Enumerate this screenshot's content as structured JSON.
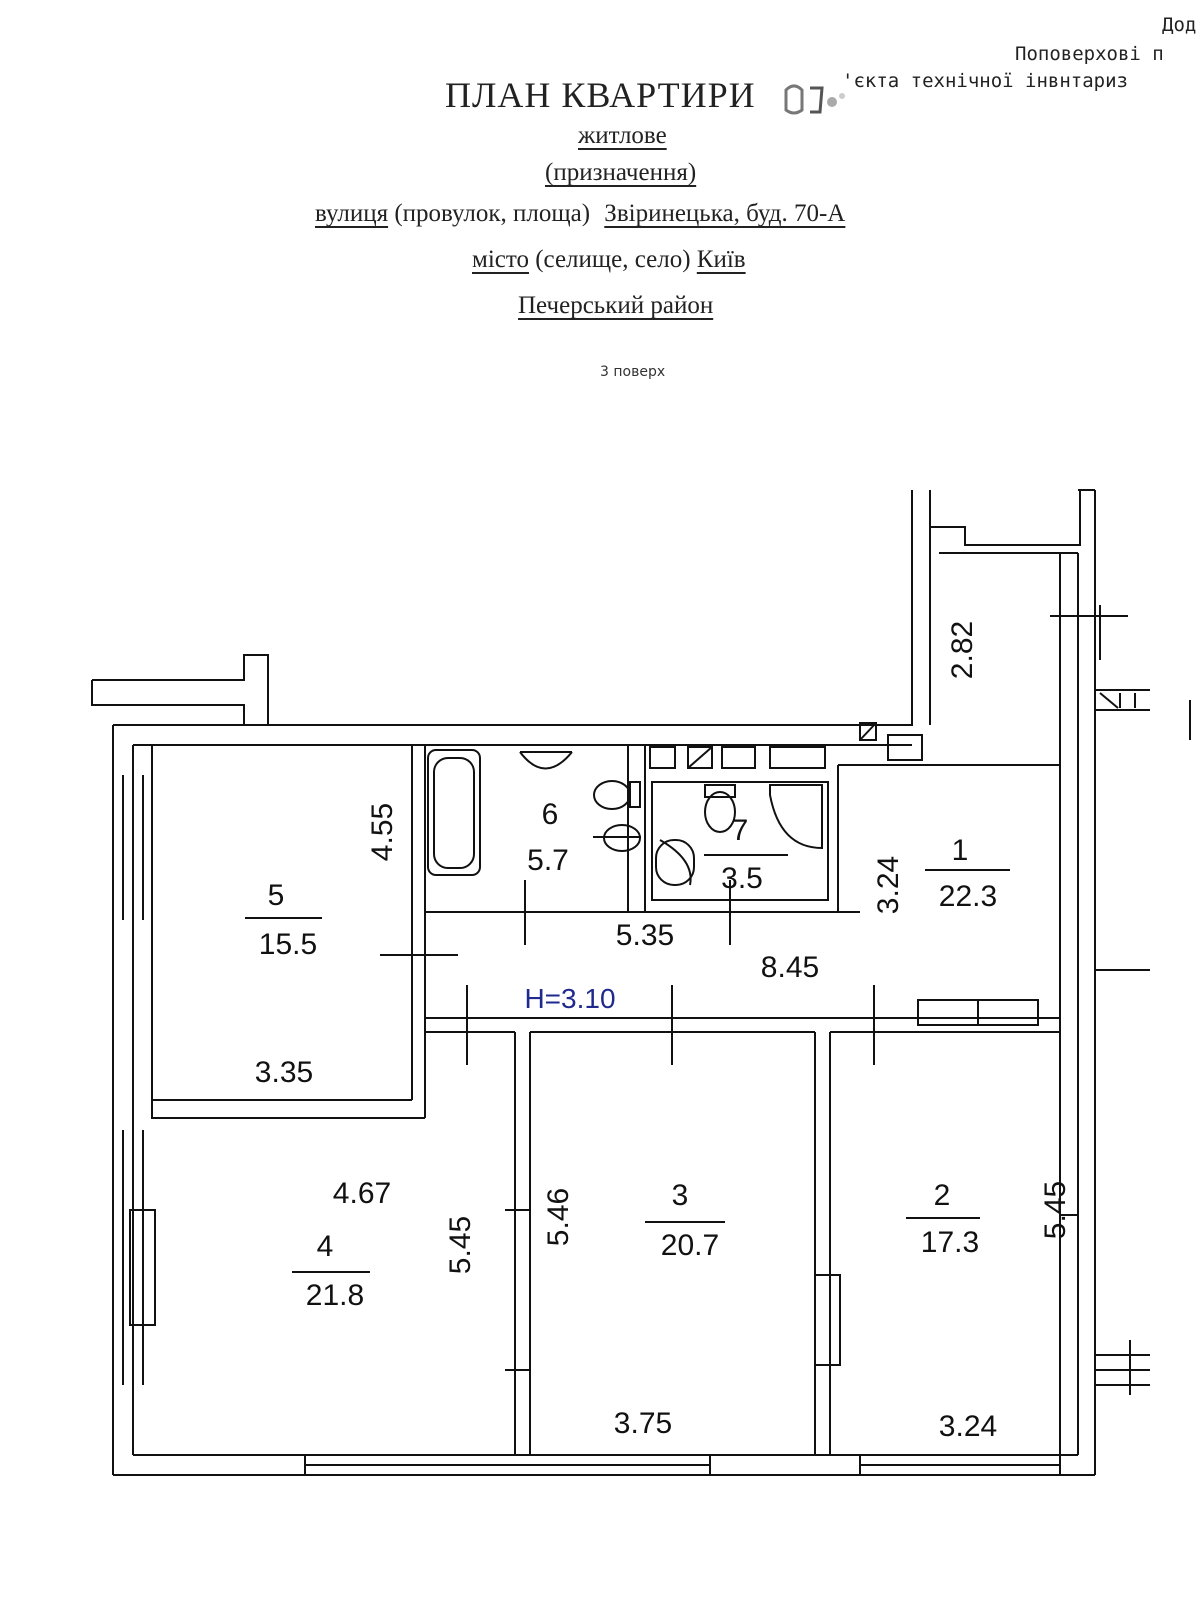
{
  "header": {
    "corner_line1": "Дод",
    "corner_line2": "Поповерхові п",
    "corner_line3": "'єкта технічної інвнтариз",
    "title": "ПЛАН КВАРТИРИ",
    "purpose_value": "житлове",
    "purpose_label": "(призначення)",
    "street_label": "вулиця",
    "street_hint": "(провулок, площа)",
    "street_value": "Звіринецька, буд. 70-А",
    "city_label": "місто",
    "city_hint": "(селище, село)",
    "city_value": "Київ",
    "district": "Печерський район",
    "floor": "3 поверх"
  },
  "plan": {
    "height_label": "H=3.10",
    "height_color": "#1f2a8c",
    "line_color": "#111111",
    "rooms": [
      {
        "number": "1",
        "area": "22.3"
      },
      {
        "number": "2",
        "area": "17.3"
      },
      {
        "number": "3",
        "area": "20.7"
      },
      {
        "number": "4",
        "area": "21.8"
      },
      {
        "number": "5",
        "area": "15.5"
      },
      {
        "number": "6",
        "area": "5.7"
      },
      {
        "number": "7",
        "area": "3.5"
      }
    ],
    "dimensions": {
      "d_2_82": "2.82",
      "d_4_55": "4.55",
      "d_3_24_v": "3.24",
      "d_5_35": "5.35",
      "d_8_45": "8.45",
      "d_3_35": "3.35",
      "d_4_67": "4.67",
      "d_5_45_left": "5.45",
      "d_5_46": "5.46",
      "d_5_45_right": "5.45",
      "d_3_75": "3.75",
      "d_3_24_h": "3.24"
    }
  }
}
